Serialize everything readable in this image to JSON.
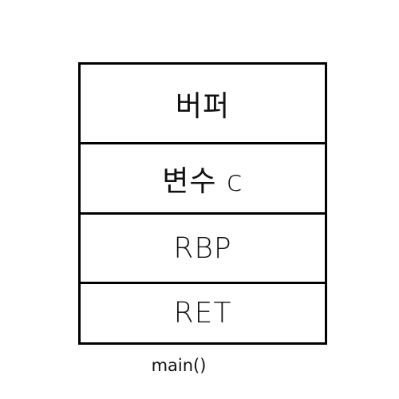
{
  "stack_frame": {
    "cells": [
      {
        "label": "버퍼"
      },
      {
        "label": "변수 c"
      },
      {
        "label": "RBP"
      },
      {
        "label": "RET"
      }
    ]
  },
  "caption": "main()"
}
